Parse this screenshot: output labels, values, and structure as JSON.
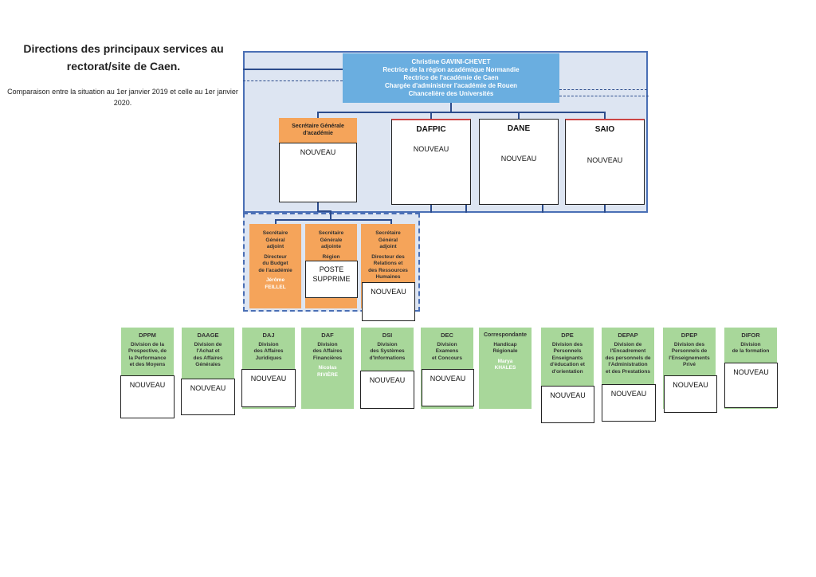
{
  "title": "Directions des principaux services au rectorat/site de Caen.",
  "subtitle": "Comparaison entre la situation au 1er janvier 2019 et celle au 1er janvier 2020.",
  "rectrice": {
    "line1": "Christine GAVINI-CHEVET",
    "line2": "Rectrice de la région académique Normandie",
    "line3": "Rectrice de l'académie de Caen",
    "line4": "Chargée d'administrer l'académie de Rouen",
    "line5": "Chancelière des Universités"
  },
  "sg": {
    "label_l1": "Secrétaire Générale",
    "label_l2": "d'académie",
    "status": "NOUVEAU"
  },
  "top_boxes": [
    {
      "label": "DAFPIC",
      "status": "NOUVEAU"
    },
    {
      "label": "DANE",
      "status": "NOUVEAU"
    },
    {
      "label": "SAIO",
      "status": "NOUVEAU"
    }
  ],
  "adjoints": [
    {
      "l1": "Secrétaire",
      "l2": "Général",
      "l3": "adjoint",
      "d1": "Directeur",
      "d2": "du Budget",
      "d3": "de l'académie",
      "n1": "Jérôme",
      "n2": "FEILLEL"
    },
    {
      "l1": "Secrétaire",
      "l2": "Générale",
      "l3": "adjointe",
      "d1": "Région",
      "status1": "POSTE",
      "status2": "SUPPRIME"
    },
    {
      "l1": "Secrétaire",
      "l2": "Général",
      "l3": "adjoint",
      "d1": "Directeur des",
      "d2": "Relations et",
      "d3": "des Ressources",
      "d4": "Humaines",
      "status": "NOUVEAU"
    }
  ],
  "divisions": [
    {
      "code": "DPPM",
      "l1": "Division de la",
      "l2": "Prospective, de",
      "l3": "la Performance",
      "l4": "et des Moyens",
      "status": "NOUVEAU"
    },
    {
      "code": "DAAGE",
      "l1": "Division de",
      "l2": "l'Achat et",
      "l3": "des Affaires",
      "l4": "Générales",
      "status": "NOUVEAU"
    },
    {
      "code": "DAJ",
      "l1": "Division",
      "l2": "des Affaires",
      "l3": "Juridiques",
      "status": "NOUVEAU"
    },
    {
      "code": "DAF",
      "l1": "Division",
      "l2": "des Affaires",
      "l3": "Financières",
      "n1": "Nicolas",
      "n2": "RIVIÈRE"
    },
    {
      "code": "DSI",
      "l1": "Division",
      "l2": "des Systèmes",
      "l3": "d'Informations",
      "status": "NOUVEAU"
    },
    {
      "code": "DEC",
      "l1": "Division",
      "l2": "Examens",
      "l3": "et Concours",
      "status": "NOUVEAU"
    },
    {
      "code": "Correspondante",
      "l1": "Handicap",
      "l2": "Régionale",
      "n1": "Marya",
      "n2": "KHALES"
    },
    {
      "code": "DPE",
      "l1": "Division des",
      "l2": "Personnels",
      "l3": "Enseignants",
      "l4": "d'éducation et",
      "l5": "d'orientation",
      "status": "NOUVEAU"
    },
    {
      "code": "DEPAP",
      "l1": "Division de",
      "l2": "l'Encadrement",
      "l3": "des personnels de",
      "l4": "l'Administration",
      "l5": "et des Prestations",
      "status": "NOUVEAU"
    },
    {
      "code": "DPEP",
      "l1": "Division des",
      "l2": "Personnels de",
      "l3": "l'Enseignements",
      "l4": "Privé",
      "status": "NOUVEAU"
    },
    {
      "code": "DIFOR",
      "l1": "Division",
      "l2": "de la formation",
      "status": "NOUVEAU"
    }
  ],
  "colors": {
    "frame": "#dde5f2",
    "rectrice": "#6aaee0",
    "orange": "#f5a45a",
    "green": "#a8d79a"
  }
}
